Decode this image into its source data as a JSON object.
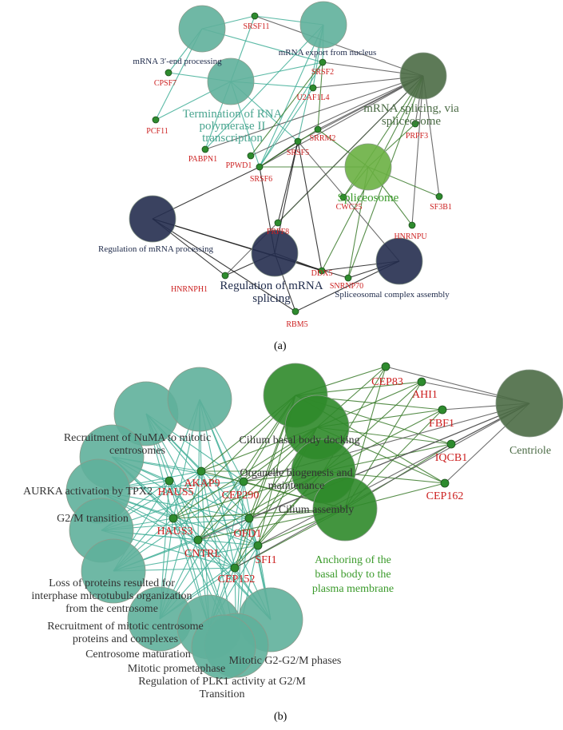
{
  "panel_a": {
    "label": "(a)",
    "terms": [
      {
        "id": "a_t1",
        "label": [
          "mRNA 3′-end processing"
        ],
        "color": "#5fb09b"
      },
      {
        "id": "a_t2",
        "label": [
          "mRNA export from nucleus"
        ],
        "color": "#5fb09b"
      },
      {
        "id": "a_t3",
        "label": [
          "Termination of RNA",
          "polymerase II",
          "transcription"
        ],
        "color": "#5fb09b"
      },
      {
        "id": "a_t4",
        "label": [
          "mRNA splicing, via",
          "spliceosome"
        ],
        "color": "#4b6b45"
      },
      {
        "id": "a_t5",
        "label": [
          "Spliceosome"
        ],
        "color": "#6ab043"
      },
      {
        "id": "a_t6",
        "label": [
          "Regulation of mRNA processing"
        ],
        "color": "#252d4f"
      },
      {
        "id": "a_t7",
        "label": [
          "Regulation of mRNA",
          "splicing"
        ],
        "color": "#252d4f"
      },
      {
        "id": "a_t8",
        "label": [
          "Spliceosomal complex assembly"
        ],
        "color": "#252d4f"
      }
    ],
    "genes": [
      "SRSF11",
      "SRSF2",
      "CPSF7",
      "U2AF1L4",
      "PCF11",
      "PRPF3",
      "SRRM2",
      "PABPN1",
      "SRSF5",
      "PPWD1",
      "SRSF6",
      "CWC25",
      "SF3B1",
      "HNRNPU",
      "PRPF8",
      "DDX5",
      "SNRNP70",
      "HNRNPH1",
      "RBM5"
    ]
  },
  "panel_b": {
    "label": "(b)",
    "terms": [
      {
        "id": "b_t1",
        "label": [
          "Recruitment of NuMA to mitotic",
          "centrosomes"
        ],
        "color": "#5fb09b"
      },
      {
        "id": "b_t2",
        "label": [
          "AURKA activation by TPX2"
        ],
        "color": "#5fb09b"
      },
      {
        "id": "b_t3",
        "label": [
          "G2/M transition"
        ],
        "color": "#5fb09b"
      },
      {
        "id": "b_t4",
        "label": [
          "Loss of proteins resulted for",
          "interphase microtubuls organization",
          "from the centrosome"
        ],
        "color": "#5fb09b"
      },
      {
        "id": "b_t5",
        "label": [
          "Recruitment of mitotic centrosome",
          "proteins and complexes"
        ],
        "color": "#5fb09b"
      },
      {
        "id": "b_t6",
        "label": [
          "Centrosome maturation"
        ],
        "color": "#5fb09b"
      },
      {
        "id": "b_t7",
        "label": [
          "Mitotic G2-G2/M phases"
        ],
        "color": "#5fb09b"
      },
      {
        "id": "b_t8",
        "label": [
          "Mitotic prometaphase"
        ],
        "color": "#5fb09b"
      },
      {
        "id": "b_t9",
        "label": [
          "Regulation of PLK1 activity at G2/M",
          "Transition"
        ],
        "color": "#5fb09b"
      },
      {
        "id": "b_t10",
        "label": [
          "Cilium basal body docking"
        ],
        "color": "#2f8a2a"
      },
      {
        "id": "b_t11",
        "label": [
          "Organelle biogenesis and",
          "maintenance"
        ],
        "color": "#2f8a2a"
      },
      {
        "id": "b_t12",
        "label": [
          "Cilium assembly"
        ],
        "color": "#2f8a2a"
      },
      {
        "id": "b_t13",
        "label": [
          "Anchoring of the",
          "basal body to the",
          "plasma membrane"
        ],
        "color": "#2f8a2a"
      },
      {
        "id": "b_t14",
        "label": [
          "Centriole"
        ],
        "color": "#4b6b45"
      }
    ],
    "genes": [
      "CEP83",
      "AHI1",
      "FBF1",
      "IQCB1",
      "CEP162",
      "AKAP9",
      "HAUS5",
      "CEP290",
      "HAUS3",
      "OFD1",
      "CNTRL",
      "SFI1",
      "CEP152"
    ]
  },
  "colors": {
    "gene_label": "#cc1f1f",
    "gene_node": "#2e8b2e",
    "edge_dark": "#1a1a1a",
    "edge_green": "#3a7a2a",
    "edge_teal": "#3fae96",
    "edge_grey": "#666666",
    "term_label_dark": "#1e2a4a",
    "term_label_green": "#3a9a2a",
    "term_label_teal": "#4aa590",
    "term_label_grey": "#333333"
  }
}
